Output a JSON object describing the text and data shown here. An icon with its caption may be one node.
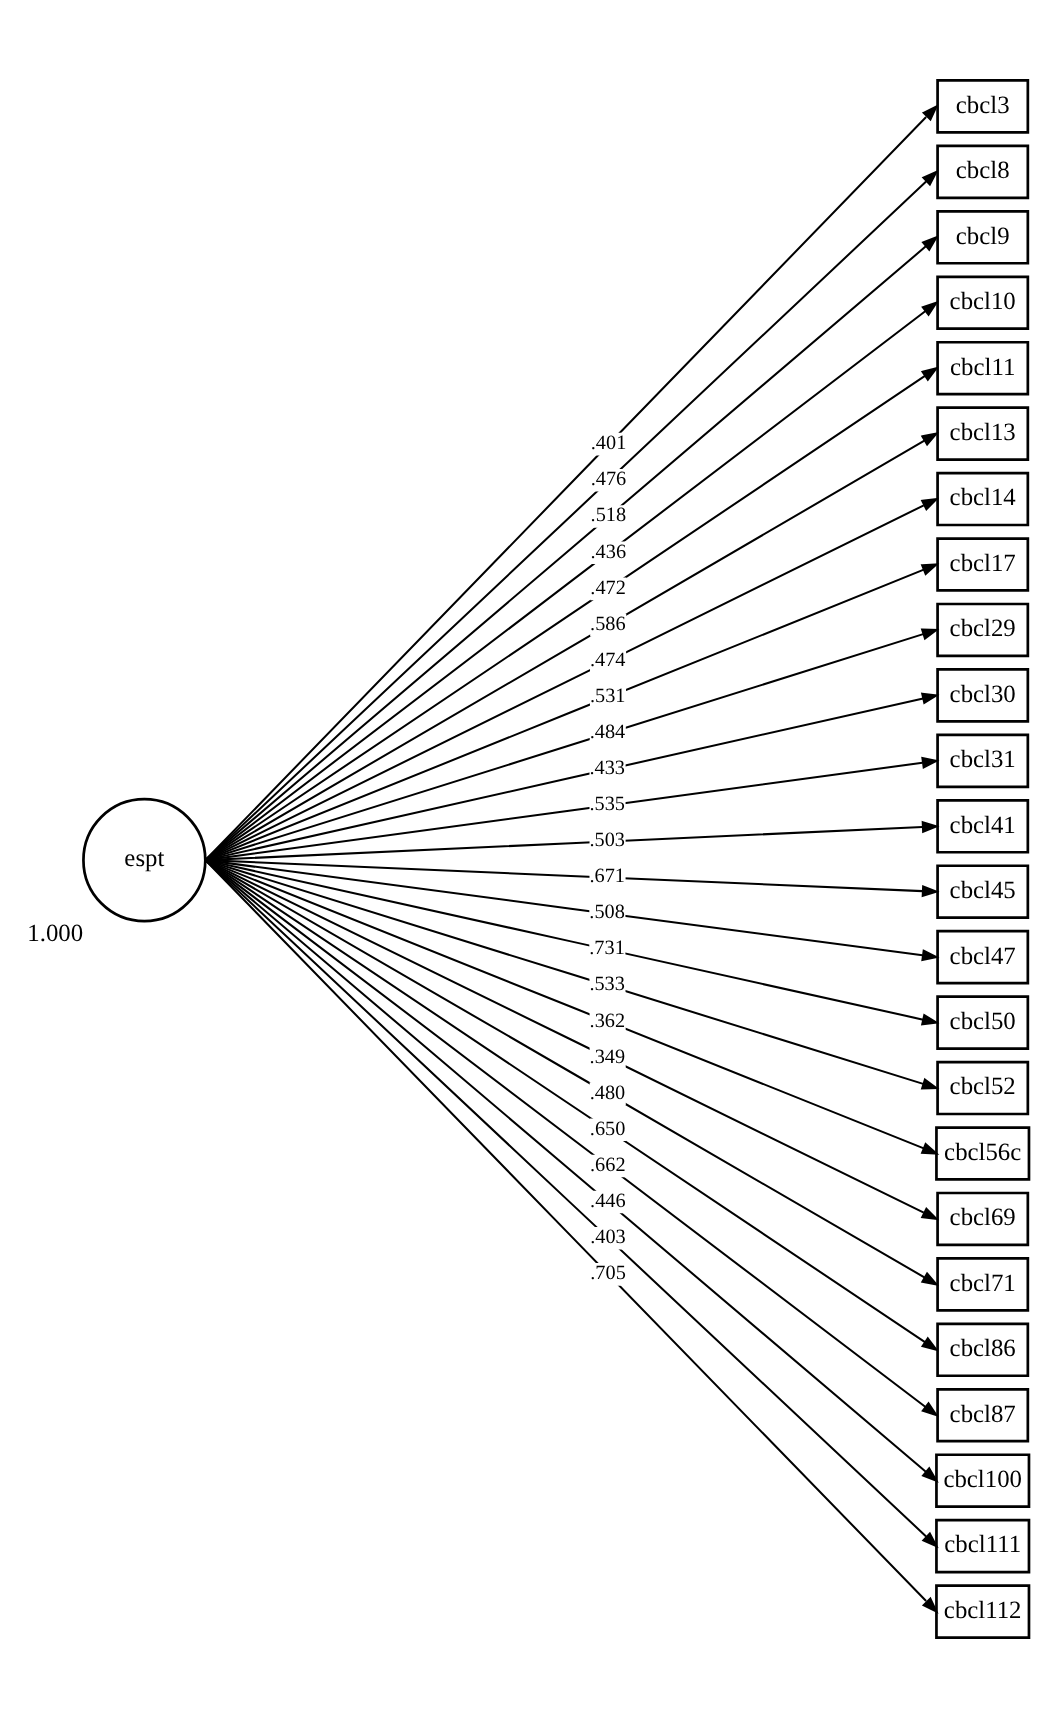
{
  "diagram": {
    "nodes": [
      {
        "text": [
          "espt"
        ],
        "beside": [
          "1.000"
        ]
      },
      {
        "text": [
          "cbcl3"
        ]
      },
      {
        "text": [
          "cbcl8"
        ]
      },
      {
        "text": [
          "cbcl9"
        ]
      },
      {
        "text": [
          "cbcl10"
        ]
      },
      {
        "text": [
          "cbcl11"
        ]
      },
      {
        "text": [
          "cbcl13"
        ]
      },
      {
        "text": [
          "cbcl14"
        ]
      },
      {
        "text": [
          "cbcl17"
        ]
      },
      {
        "text": [
          "cbcl29"
        ]
      },
      {
        "text": [
          "cbcl30"
        ]
      },
      {
        "text": [
          "cbcl31"
        ]
      },
      {
        "text": [
          "cbcl41"
        ]
      },
      {
        "text": [
          "cbcl45"
        ]
      },
      {
        "text": [
          "cbcl47"
        ]
      },
      {
        "text": [
          "cbcl50"
        ]
      },
      {
        "text": [
          "cbcl52"
        ]
      },
      {
        "text": [
          "cbcl56c"
        ]
      },
      {
        "text": [
          "cbcl69"
        ]
      },
      {
        "text": [
          "cbcl71"
        ]
      },
      {
        "text": [
          "cbcl86"
        ]
      },
      {
        "text": [
          "cbcl87"
        ]
      },
      {
        "text": [
          "cbcl100"
        ]
      },
      {
        "text": [
          "cbcl111"
        ]
      },
      {
        "text": [
          "cbcl112"
        ]
      }
    ],
    "edges": [
      {
        "from": 0,
        "to": 1,
        "arrow": "to",
        "label": ".401"
      },
      {
        "from": 0,
        "to": 2,
        "arrow": "to",
        "label": ".476"
      },
      {
        "from": 0,
        "to": 3,
        "arrow": "to",
        "label": ".518"
      },
      {
        "from": 0,
        "to": 4,
        "arrow": "to",
        "label": ".436"
      },
      {
        "from": 0,
        "to": 5,
        "arrow": "to",
        "label": ".472"
      },
      {
        "from": 0,
        "to": 6,
        "arrow": "to",
        "label": ".586"
      },
      {
        "from": 0,
        "to": 7,
        "arrow": "to",
        "label": ".474"
      },
      {
        "from": 0,
        "to": 8,
        "arrow": "to",
        "label": ".531"
      },
      {
        "from": 0,
        "to": 9,
        "arrow": "to",
        "label": ".484"
      },
      {
        "from": 0,
        "to": 10,
        "arrow": "to",
        "label": ".433"
      },
      {
        "from": 0,
        "to": 11,
        "arrow": "to",
        "label": ".535"
      },
      {
        "from": 0,
        "to": 12,
        "arrow": "to",
        "label": ".503"
      },
      {
        "from": 0,
        "to": 13,
        "arrow": "to",
        "label": ".671"
      },
      {
        "from": 0,
        "to": 14,
        "arrow": "to",
        "label": ".508"
      },
      {
        "from": 0,
        "to": 15,
        "arrow": "to",
        "label": ".731"
      },
      {
        "from": 0,
        "to": 16,
        "arrow": "to",
        "label": ".533"
      },
      {
        "from": 0,
        "to": 17,
        "arrow": "to",
        "label": ".362"
      },
      {
        "from": 0,
        "to": 18,
        "arrow": "to",
        "label": ".349"
      },
      {
        "from": 0,
        "to": 19,
        "arrow": "to",
        "label": ".480"
      },
      {
        "from": 0,
        "to": 20,
        "arrow": "to",
        "label": ".650"
      },
      {
        "from": 0,
        "to": 21,
        "arrow": "to",
        "label": ".662"
      },
      {
        "from": 0,
        "to": 22,
        "arrow": "to",
        "label": ".446"
      },
      {
        "from": 0,
        "to": 23,
        "arrow": "to",
        "label": ".403"
      },
      {
        "from": 0,
        "to": 24,
        "arrow": "to",
        "label": ".705"
      }
    ]
  }
}
